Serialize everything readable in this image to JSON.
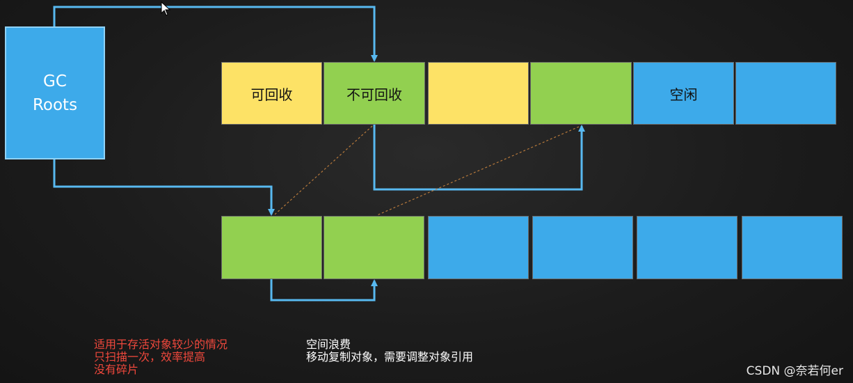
{
  "gc_roots": {
    "line1": "GC",
    "line2": "Roots"
  },
  "top_row": [
    {
      "label": "可回收",
      "color": "#fde266"
    },
    {
      "label": "不可回收",
      "color": "#92d050"
    },
    {
      "label": "",
      "color": "#fde266"
    },
    {
      "label": "",
      "color": "#92d050"
    },
    {
      "label": "空闲",
      "color": "#3daaea"
    },
    {
      "label": "",
      "color": "#3daaea"
    }
  ],
  "bottom_row": [
    {
      "label": "",
      "color": "#92d050"
    },
    {
      "label": "",
      "color": "#92d050"
    },
    {
      "label": "",
      "color": "#3daaea"
    },
    {
      "label": "",
      "color": "#3daaea"
    },
    {
      "label": "",
      "color": "#3daaea"
    },
    {
      "label": "",
      "color": "#3daaea"
    }
  ],
  "pros": [
    "适用于存活对象较少的情况",
    "只扫描一次，效率提高",
    "没有碎片"
  ],
  "cons": [
    "空间浪费",
    "移动复制对象，需要调整对象引用"
  ],
  "watermark": "CSDN @奈若何er",
  "colors": {
    "arrow": "#58b9f0",
    "dashed": "#b87a3c",
    "pros_text": "#f0483c"
  }
}
